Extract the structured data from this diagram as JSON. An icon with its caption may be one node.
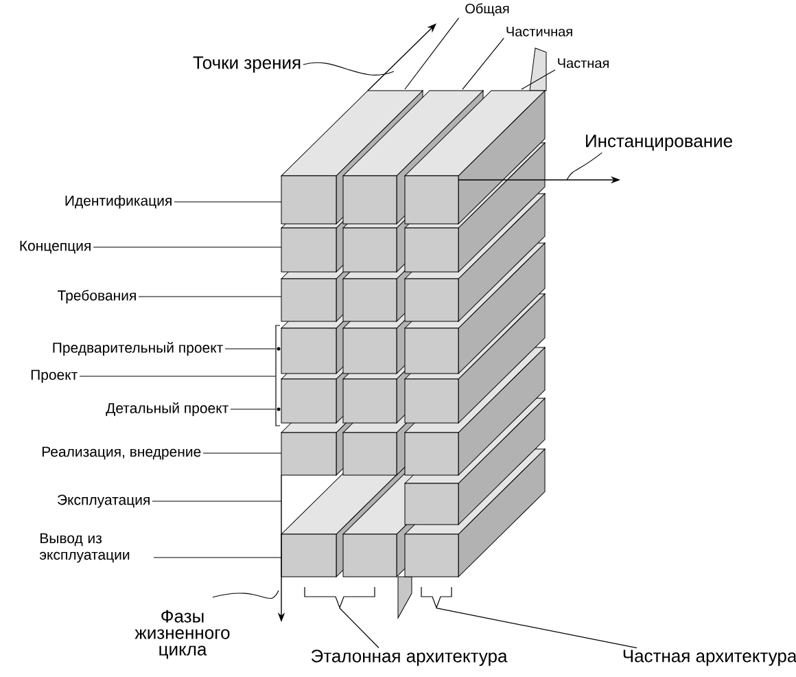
{
  "diagram": {
    "nodes": [
      {
        "text": [
          "Точки зрения"
        ]
      },
      {
        "text": [
          "Общая"
        ]
      },
      {
        "text": [
          "Частичная"
        ]
      },
      {
        "text": [
          "Частная"
        ]
      },
      {
        "text": [
          "Инстанцирование"
        ]
      },
      {
        "text": [
          "Идентификация"
        ]
      },
      {
        "text": [
          "Концепция"
        ]
      },
      {
        "text": [
          "Требования"
        ]
      },
      {
        "text": [
          "Предварительный проект"
        ]
      },
      {
        "text": [
          "Проект"
        ]
      },
      {
        "text": [
          "Детальный проект"
        ]
      },
      {
        "text": [
          "Реализация, внедрение"
        ]
      },
      {
        "text": [
          "Эксплуатация"
        ]
      },
      {
        "text": [
          "Вывод из эксплуатации"
        ]
      },
      {
        "text": [
          "Фазы жизненного цикла"
        ]
      },
      {
        "text": [
          "Эталонная архитектура"
        ]
      },
      {
        "text": [
          "Частная архитектура"
        ]
      },
      {
        "text": [],
        "shape": "bracket"
      },
      {
        "text": [],
        "shape": "bracket"
      },
      {
        "text": [],
        "shape": "bracket"
      }
    ],
    "edges": [
      {
        "from": 0,
        "to": null,
        "arrow": "none"
      },
      {
        "from": 1,
        "to": null,
        "arrow": "none"
      },
      {
        "from": 2,
        "to": null,
        "arrow": "none"
      },
      {
        "from": 3,
        "to": null,
        "arrow": "none"
      },
      {
        "from": 4,
        "to": null,
        "arrow": "none"
      },
      {
        "from": 5,
        "to": null,
        "arrow": "none"
      },
      {
        "from": 6,
        "to": null,
        "arrow": "none"
      },
      {
        "from": 7,
        "to": null,
        "arrow": "none"
      },
      {
        "from": 8,
        "to": 19,
        "arrow": "none"
      },
      {
        "from": 9,
        "to": 19,
        "arrow": "none"
      },
      {
        "from": 10,
        "to": 19,
        "arrow": "none"
      },
      {
        "from": 11,
        "to": null,
        "arrow": "none"
      },
      {
        "from": 12,
        "to": null,
        "arrow": "none"
      },
      {
        "from": 13,
        "to": null,
        "arrow": "none"
      },
      {
        "from": 14,
        "to": null,
        "arrow": "none"
      },
      {
        "from": 15,
        "to": 17,
        "arrow": "none"
      },
      {
        "from": 16,
        "to": 18,
        "arrow": "none"
      }
    ]
  }
}
